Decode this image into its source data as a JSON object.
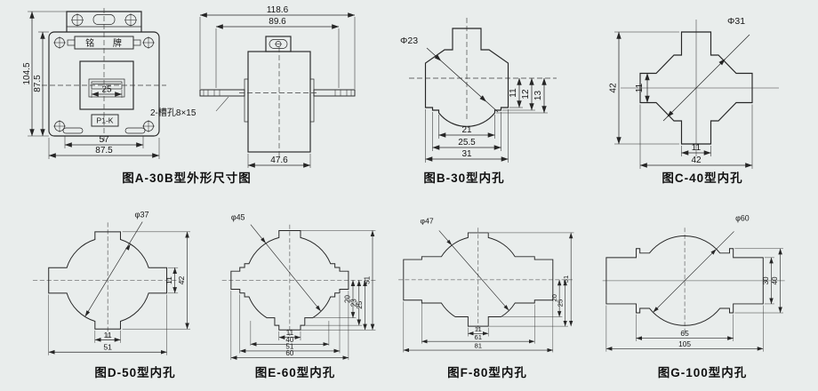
{
  "page": {
    "background": "#e9edec",
    "line_color": "#262626"
  },
  "figures": {
    "a": {
      "caption": "图A-30B型外形尺寸图",
      "nameplate": "铭 牌",
      "terminal_label": "P1-K",
      "slot_note": "2-槽孔8×15",
      "front": {
        "height_overall": "104.5",
        "height_body": "87.5",
        "window_width": "25",
        "width_inner": "57",
        "width_body": "87.5"
      },
      "side": {
        "width_overall": "118.6",
        "width_brackets": "89.6",
        "depth": "47.6"
      }
    },
    "b": {
      "caption": "图B-30型内孔",
      "diameter": "Φ23",
      "heights": [
        "11",
        "12",
        "13"
      ],
      "widths": [
        "21",
        "25.5",
        "31"
      ]
    },
    "c": {
      "caption": "图C-40型内孔",
      "diameter": "Φ31",
      "height": "42",
      "slot_height": "11",
      "slot_width": "11",
      "width": "42"
    },
    "d": {
      "caption": "图D-50型内孔",
      "diameter": "φ37",
      "slot_height": "11",
      "height": "42",
      "slot_width": "11",
      "width": "51"
    },
    "e": {
      "caption": "图E-60型内孔",
      "diameter": "φ45",
      "heights": [
        "20",
        "23",
        "25",
        "51"
      ],
      "widths": [
        "11",
        "40",
        "51",
        "60"
      ]
    },
    "f": {
      "caption": "图F-80型内孔",
      "diameter": "φ47",
      "heights": [
        "20",
        "25",
        "51"
      ],
      "widths": [
        "11",
        "61",
        "81"
      ]
    },
    "g": {
      "caption": "图G-100型内孔",
      "diameter": "φ60",
      "heights": [
        "30",
        "40"
      ],
      "widths": [
        "65",
        "105"
      ]
    }
  }
}
